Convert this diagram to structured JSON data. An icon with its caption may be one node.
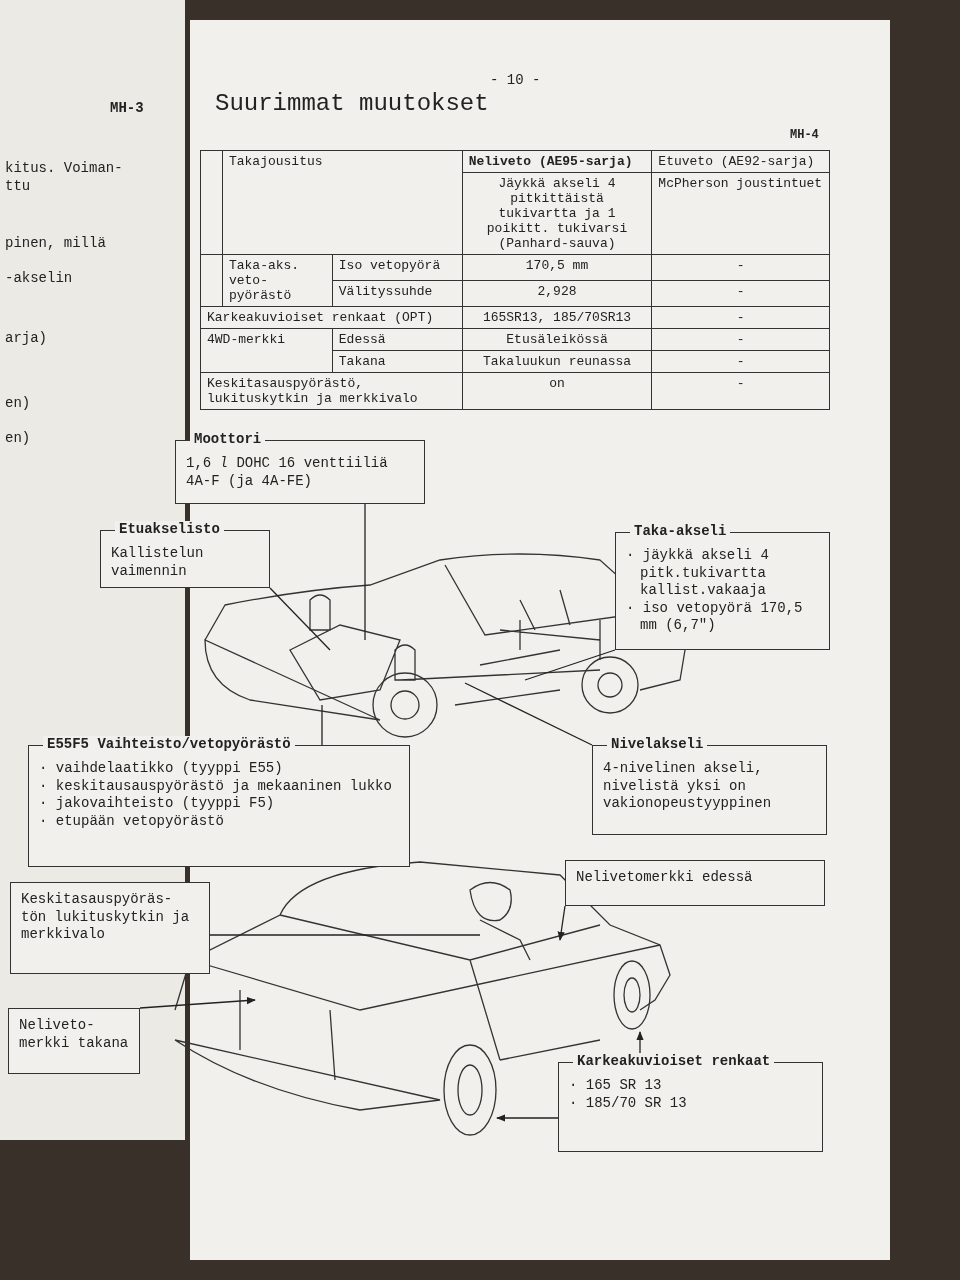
{
  "diagram": {
    "title": "Suurimmat muutokset",
    "nodes": [
      {
        "text": [
          "Moottori",
          "1,6 *l* DOHC 16 venttiiliä 4A-F (ja 4A-FE)"
        ]
      },
      {
        "text": [
          "Etuakselisto",
          "Kallistelun vaimennin"
        ]
      },
      {
        "text": [
          "Taka-akseli",
          "· jäykkä akseli 4 pitk.tukivartta kallist.vakaaja",
          "· iso vetopyörä 170,5 mm (6,7\")"
        ]
      },
      {
        "text": [
          "E55F5 Vaihteisto/vetopyörästö",
          "· vaihdelaatikko (tyyppi E55)",
          "· keskitausauspyörästö ja mekaaninen lukko",
          "· jakovaihteisto (tyyppi F5)",
          "· etupään vetopyörästö"
        ]
      },
      {
        "text": [
          "Nivelakseli",
          "4-nivelinen akseli, nivelistä yksi on vakionopeustyyppinen"
        ]
      },
      {
        "text": [
          "Nelivetomerkki edessä"
        ]
      },
      {
        "text": [
          "Keskitasauspyöräs- tön lukituskytkin ja merkkivalo"
        ]
      },
      {
        "text": [
          "Neliveto- merkki takana"
        ]
      },
      {
        "text": [
          "Karkeakuvioiset renkaat",
          "· 165 SR 13",
          "· 185/70 SR 13"
        ]
      }
    ],
    "edges": [
      {
        "from": 0,
        "to": null,
        "arrow": "none"
      },
      {
        "from": 1,
        "to": null,
        "arrow": "none"
      },
      {
        "from": 2,
        "to": null,
        "arrow": "none"
      },
      {
        "from": 3,
        "to": null,
        "arrow": "none"
      },
      {
        "from": 4,
        "to": null,
        "arrow": "none"
      },
      {
        "from": 5,
        "to": null,
        "arrow": "to"
      },
      {
        "from": 6,
        "to": null,
        "arrow": "none"
      },
      {
        "from": 7,
        "to": null,
        "arrow": "to"
      },
      {
        "from": 8,
        "to": null,
        "arrow": "to"
      },
      {
        "from": 8,
        "to": null,
        "arrow": "to"
      }
    ],
    "labels": [
      "MH-3",
      "kitus. Voiman-",
      "ttu",
      "pinen, millä",
      "-akselin",
      "arja)",
      "en)",
      "en)",
      "- 10 -",
      "MH-4",
      "Takajousitus",
      "Neliveto (AE95-sarja)",
      "Etuveto (AE92-sarja)",
      "Jäykkä akseli 4 pitkittäistä tukivartta ja 1 poikitt. tukivarsi (Panhard-sauva)",
      "McPherson joustintuet",
      "Taka-aks. veto- pyörästö",
      "Iso vetopyörä",
      "170,5 mm",
      "-",
      "Välityssuhde",
      "2,928",
      "-",
      "Karkeakuvioiset renkaat (OPT)",
      "165SR13, 185/70SR13",
      "-",
      "4WD-merkki",
      "Edessä",
      "Etusäleikössä",
      "-",
      "Takana",
      "Takaluukun reunassa",
      "-",
      "Keskitasauspyörästö, lukituskytkin ja merkkivalo",
      "on",
      "-"
    ]
  }
}
